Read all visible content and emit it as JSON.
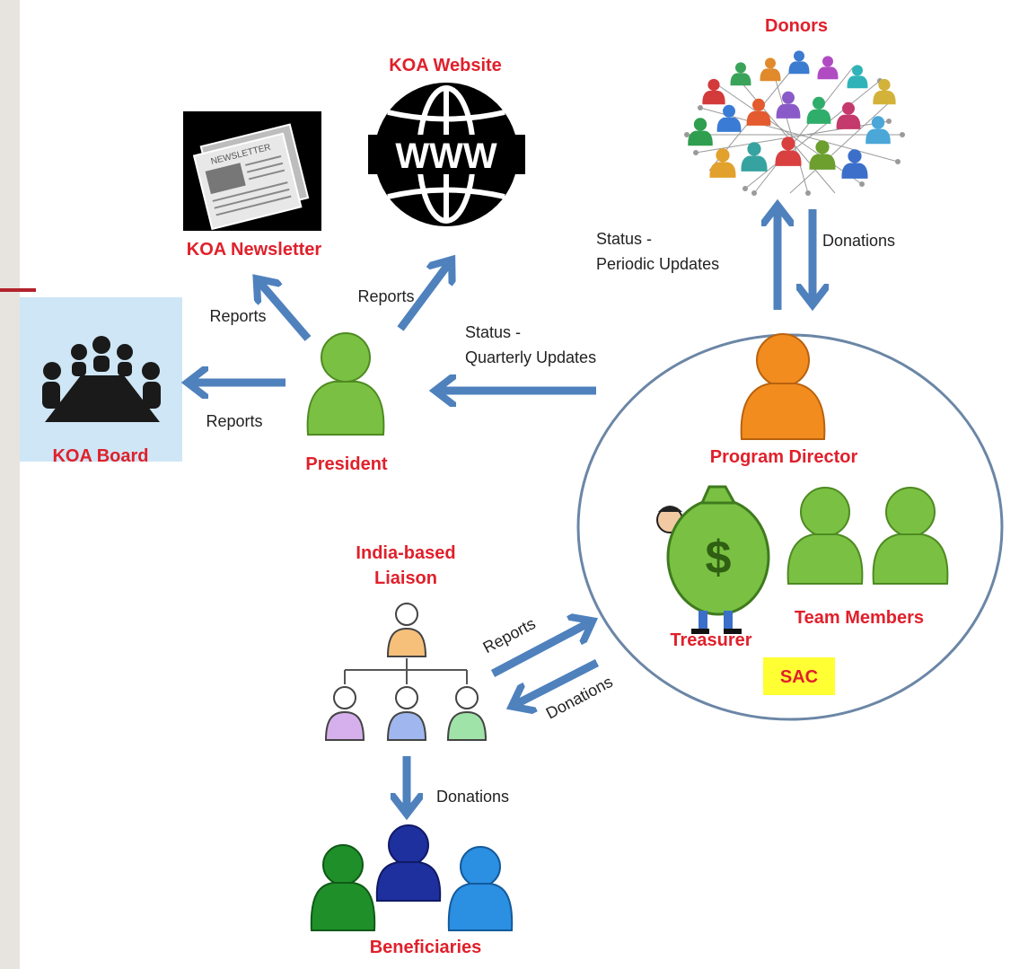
{
  "colors": {
    "label_red": "#e0202b",
    "arrow_blue": "#4f81bd",
    "person_green": "#7ac143",
    "person_orange": "#f28c1f",
    "sac_yellow": "#ffff33",
    "board_bg": "#cfe6f6",
    "accent": "#b2232c"
  },
  "nodes": {
    "donors": "Donors",
    "koa_website": "KOA Website",
    "koa_newsletter": "KOA Newsletter",
    "koa_board": "KOA Board",
    "president": "President",
    "program_director": "Program Director",
    "treasurer": "Treasurer",
    "team_members": "Team Members",
    "sac": "SAC",
    "liaison_line1": "India-based",
    "liaison_line2": "Liaison",
    "beneficiaries": "Beneficiaries"
  },
  "edges": {
    "pres_to_newsletter": "Reports",
    "pres_to_website": "Reports",
    "pres_to_board": "Reports",
    "pd_to_pres_line1": "Status -",
    "pd_to_pres_line2": "Quarterly Updates",
    "pd_to_donors_line1": "Status -",
    "pd_to_donors_line2": "Periodic Updates",
    "donors_to_pd": "Donations",
    "liaison_to_sac": "Reports",
    "sac_to_liaison": "Donations",
    "liaison_to_beneficiaries": "Donations"
  },
  "newsletter_masthead": "NEWSLETTER",
  "www_text": "WWW",
  "money_symbol": "$",
  "icons": [
    "newsletter-icon",
    "globe-www-icon",
    "people-network-icon",
    "meeting-table-icon",
    "person-icon",
    "money-bag-icon",
    "org-chart-icon"
  ]
}
